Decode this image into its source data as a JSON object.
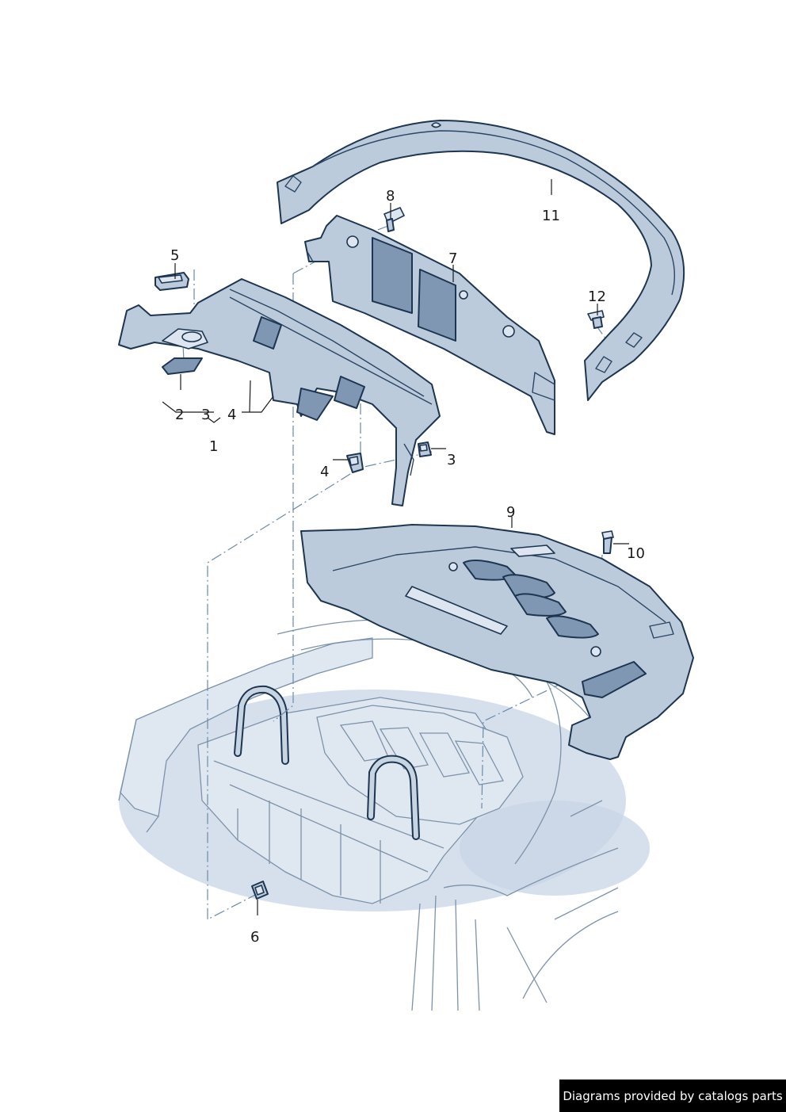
{
  "diagram": {
    "callouts": {
      "c1": "1",
      "c2": "2",
      "c3a": "3",
      "c4a": "4",
      "c3b": "3",
      "c4b": "4",
      "c5": "5",
      "c6": "6",
      "c7": "7",
      "c8": "8",
      "c9": "9",
      "c10": "10",
      "c11": "11",
      "c12": "12"
    }
  },
  "watermark": {
    "text": "Diagrams provided by catalogs parts"
  }
}
